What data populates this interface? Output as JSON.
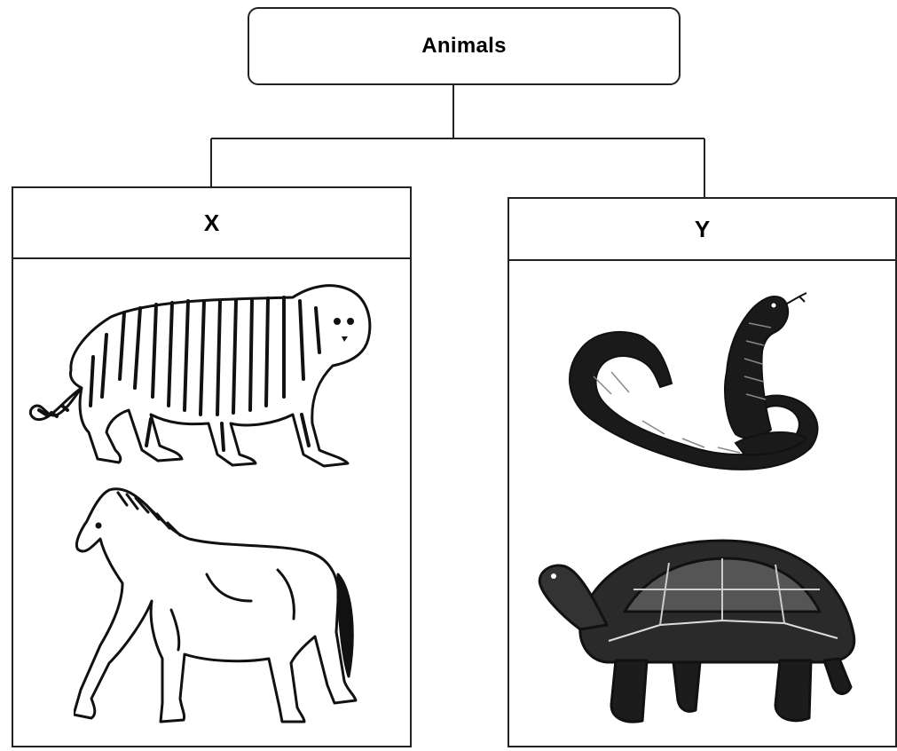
{
  "diagram": {
    "root": {
      "label": "Animals"
    },
    "groups": [
      {
        "label": "X",
        "animals": [
          "tiger",
          "horse"
        ]
      },
      {
        "label": "Y",
        "animals": [
          "snake",
          "tortoise"
        ]
      }
    ],
    "colors": {
      "line": "#222222",
      "ink": "#111111",
      "background": "#ffffff"
    }
  }
}
